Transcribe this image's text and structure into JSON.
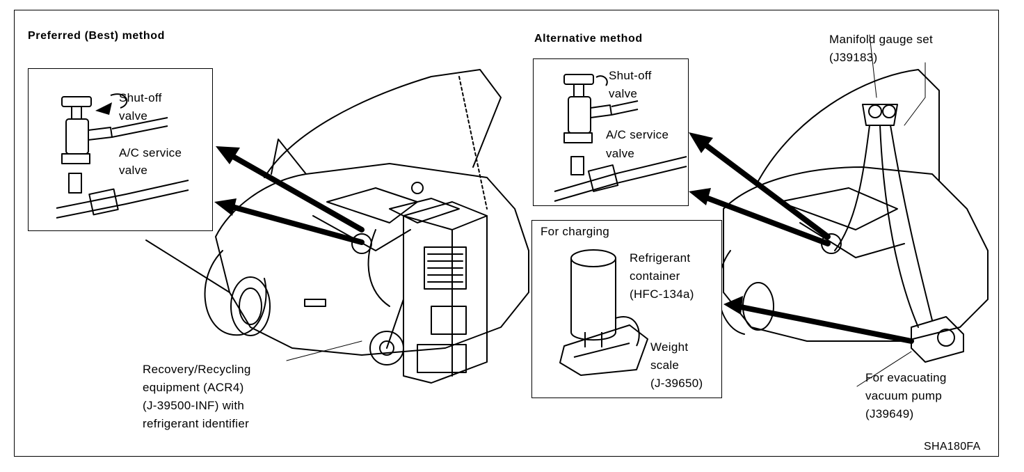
{
  "preferred": {
    "heading": "Preferred (Best) method",
    "inset_labels": {
      "shutoff_1": "Shut-off",
      "shutoff_2": "valve",
      "service_1": "A/C service",
      "service_2": "valve"
    },
    "equipment_label": [
      "Recovery/Recycling",
      "equipment (ACR4)",
      "(J-39500-INF) with",
      "refrigerant identifier"
    ]
  },
  "alternative": {
    "heading": "Alternative method",
    "inset_labels": {
      "shutoff_1": "Shut-off",
      "shutoff_2": "valve",
      "service_1": "A/C service",
      "service_2": "valve"
    },
    "charging": {
      "title": "For charging",
      "container": [
        "Refrigerant",
        "container",
        "(HFC-134a)"
      ],
      "scale": [
        "Weight",
        "scale",
        "(J-39650)"
      ]
    },
    "manifold": [
      "Manifold gauge set",
      "(J39183)"
    ],
    "pump": [
      "For evacuating",
      "vacuum pump",
      "(J39649)"
    ]
  },
  "figure_code": "SHA180FA"
}
